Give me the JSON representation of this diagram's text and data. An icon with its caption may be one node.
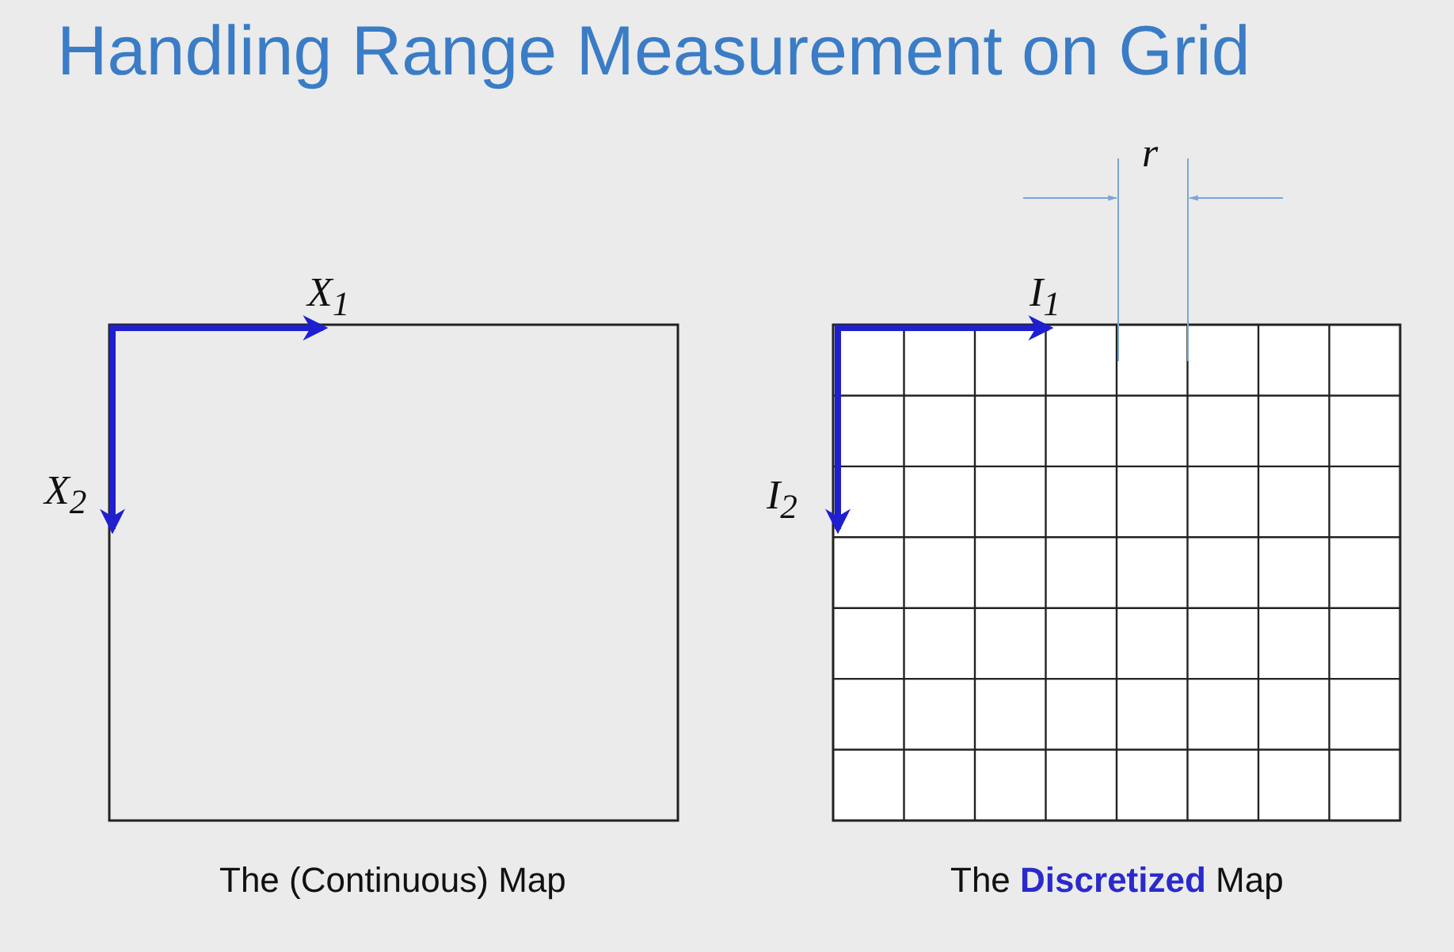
{
  "diagram": {
    "title": "Handling Range Measurement on Grid",
    "labels": [
      "r",
      "X$_{1}$",
      "I$_{1}$",
      "X$_{2}$",
      "I$_{2}$",
      "The (Continuous) Map",
      "The **Discretized** Map"
    ]
  }
}
